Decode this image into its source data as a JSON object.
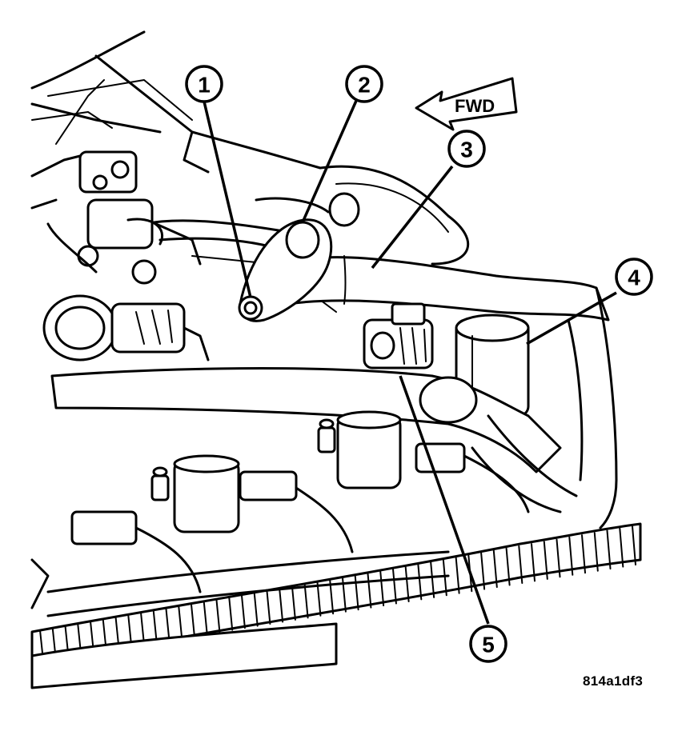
{
  "callouts": [
    {
      "id": "callout-1",
      "label": "1"
    },
    {
      "id": "callout-2",
      "label": "2"
    },
    {
      "id": "callout-3",
      "label": "3"
    },
    {
      "id": "callout-4",
      "label": "4"
    },
    {
      "id": "callout-5",
      "label": "5"
    }
  ],
  "direction_arrow": {
    "label": "FWD"
  },
  "figure_code": "814a1df3",
  "icons": [
    "forward-direction-arrow-icon"
  ]
}
